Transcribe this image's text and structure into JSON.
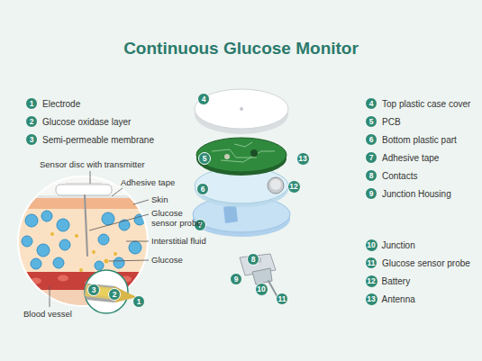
{
  "diagram": {
    "title": "Continuous Glucose Monitor",
    "nodes": [
      {
        "text": [
          "1",
          "Electrode"
        ]
      },
      {
        "text": [
          "2",
          "Glucose oxidase layer"
        ]
      },
      {
        "text": [
          "3",
          "Semi-permeable membrane"
        ]
      },
      {
        "text": [
          "4",
          "Top plastic case cover"
        ]
      },
      {
        "text": [
          "5",
          "PCB"
        ]
      },
      {
        "text": [
          "6",
          "Bottom plastic part"
        ]
      },
      {
        "text": [
          "7",
          "Adhesive tape"
        ]
      },
      {
        "text": [
          "8",
          "Contacts"
        ]
      },
      {
        "text": [
          "9",
          "Junction Housing"
        ]
      },
      {
        "text": [
          "10",
          "Junction"
        ]
      },
      {
        "text": [
          "11",
          "Glucose sensor probe"
        ]
      },
      {
        "text": [
          "12",
          "Battery"
        ]
      },
      {
        "text": [
          "13",
          "Antenna"
        ]
      },
      {
        "text": [
          "1"
        ]
      },
      {
        "text": [
          "2"
        ]
      },
      {
        "text": [
          "3"
        ]
      },
      {
        "text": [
          "4"
        ]
      },
      {
        "text": [
          "5"
        ]
      },
      {
        "text": [
          "13"
        ]
      },
      {
        "text": [
          "6"
        ]
      },
      {
        "text": [
          "12"
        ]
      },
      {
        "text": [
          "7"
        ]
      },
      {
        "text": [
          "8"
        ]
      },
      {
        "text": [
          "9"
        ]
      },
      {
        "text": [
          "10"
        ]
      },
      {
        "text": [
          "11"
        ]
      }
    ],
    "labels": [
      "Sensor disc with transmitter",
      "Adhesive tape",
      "Skin",
      "Glucose sensor probe",
      "Interstitial fluid",
      "Glucose",
      "Blood vessel"
    ]
  }
}
